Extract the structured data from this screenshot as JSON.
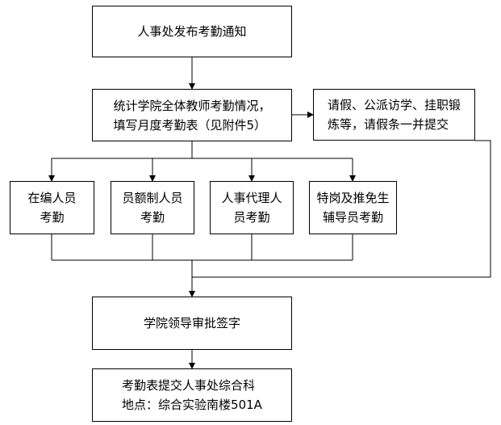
{
  "flow": {
    "step1": {
      "lines": [
        "人事处发布考勤通知"
      ]
    },
    "step2": {
      "lines": [
        "统计学院全体教师考勤情况，",
        "填写月度考勤表（见附件5）"
      ]
    },
    "side": {
      "lines": [
        "请假、公派访学、挂职锻",
        "炼等，请假条一并提交"
      ]
    },
    "cat1": {
      "lines": [
        "在编人员",
        "考勤"
      ]
    },
    "cat2": {
      "lines": [
        "员额制人员",
        "考勤"
      ]
    },
    "cat3": {
      "lines": [
        "人事代理人",
        "员考勤"
      ]
    },
    "cat4": {
      "lines": [
        "特岗及推免生",
        "辅导员考勤"
      ]
    },
    "step3": {
      "lines": [
        "学院领导审批签字"
      ]
    },
    "step4": {
      "lines": [
        "考勤表提交人事处综合科",
        "地点：综合实验南楼501A"
      ]
    }
  }
}
